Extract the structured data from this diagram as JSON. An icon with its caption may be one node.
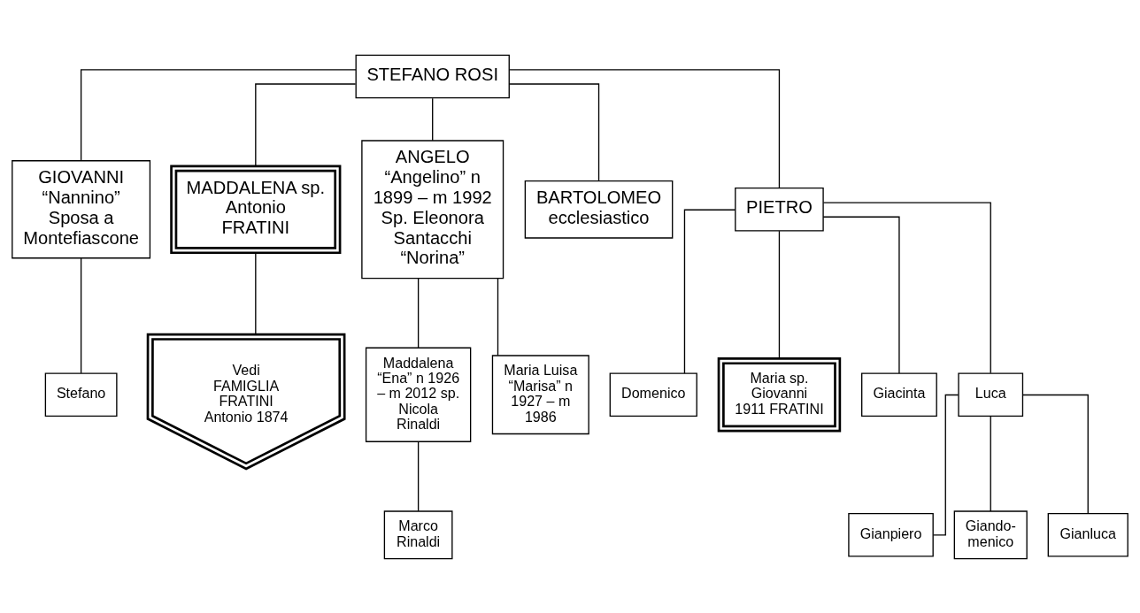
{
  "diagram": {
    "nodes": [
      {
        "text": [
          "STEFANO ROSI"
        ]
      },
      {
        "text": [
          "GIOVANNI",
          "“Nannino” Sposa a Montefiascone"
        ]
      },
      {
        "text": [
          "MADDALENA sp. Antonio FRATINI"
        ]
      },
      {
        "text": [
          "ANGELO",
          "“Angelino” n 1899 – m 1992 Sp. Eleonora Santacchi “Norina”"
        ]
      },
      {
        "text": [
          "BARTOLOMEO ecclesiastico"
        ]
      },
      {
        "text": [
          "PIETRO"
        ]
      },
      {
        "text": [
          "Stefano"
        ]
      },
      {
        "text": [
          "Vedi FAMIGLIA FRATINI Antonio 1874"
        ]
      },
      {
        "text": [
          "Maddalena “Ena” n 1926 – m 2012 sp. Nicola Rinaldi"
        ]
      },
      {
        "text": [
          "Maria Luisa “Marisa” n 1927 – m 1986"
        ]
      },
      {
        "text": [
          "Domenico"
        ]
      },
      {
        "text": [
          "Maria sp. Giovanni 1911 FRATINI"
        ]
      },
      {
        "text": [
          "Giacinta"
        ]
      },
      {
        "text": [
          "Luca"
        ]
      },
      {
        "text": [
          "Marco Rinaldi"
        ]
      },
      {
        "text": [
          "Gianpiero"
        ]
      },
      {
        "text": [
          "Giando- menico"
        ]
      },
      {
        "text": [
          "Gianluca"
        ]
      }
    ],
    "edges": [
      {
        "from": 0,
        "to": 1,
        "arrow": "none"
      },
      {
        "from": 0,
        "to": 2,
        "arrow": "none"
      },
      {
        "from": 0,
        "to": 3,
        "arrow": "none"
      },
      {
        "from": 0,
        "to": 4,
        "arrow": "none"
      },
      {
        "from": 0,
        "to": 5,
        "arrow": "none"
      },
      {
        "from": 1,
        "to": 6,
        "arrow": "none"
      },
      {
        "from": 2,
        "to": 7,
        "arrow": "none"
      },
      {
        "from": 3,
        "to": 8,
        "arrow": "none"
      },
      {
        "from": 3,
        "to": 9,
        "arrow": "none"
      },
      {
        "from": 5,
        "to": 10,
        "arrow": "none"
      },
      {
        "from": 5,
        "to": 11,
        "arrow": "none"
      },
      {
        "from": 5,
        "to": 12,
        "arrow": "none"
      },
      {
        "from": 5,
        "to": 13,
        "arrow": "none"
      },
      {
        "from": 8,
        "to": 14,
        "arrow": "none"
      },
      {
        "from": 13,
        "to": 15,
        "arrow": "none"
      },
      {
        "from": 13,
        "to": 16,
        "arrow": "none"
      },
      {
        "from": 13,
        "to": 17,
        "arrow": "none"
      }
    ]
  }
}
